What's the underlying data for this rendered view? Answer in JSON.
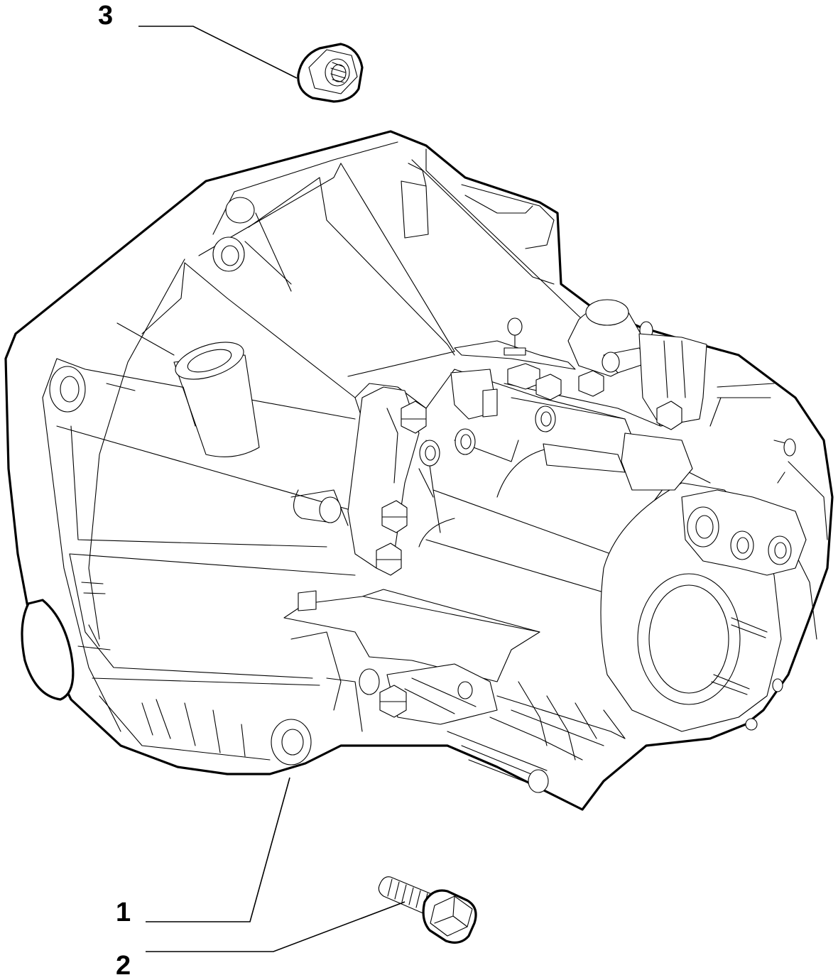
{
  "callouts": [
    {
      "number": "1",
      "part": "gearbox-housing"
    },
    {
      "number": "2",
      "part": "flanged-bolt"
    },
    {
      "number": "3",
      "part": "flanged-nut"
    }
  ],
  "colors": {
    "line": "#000000",
    "background": "#ffffff"
  }
}
